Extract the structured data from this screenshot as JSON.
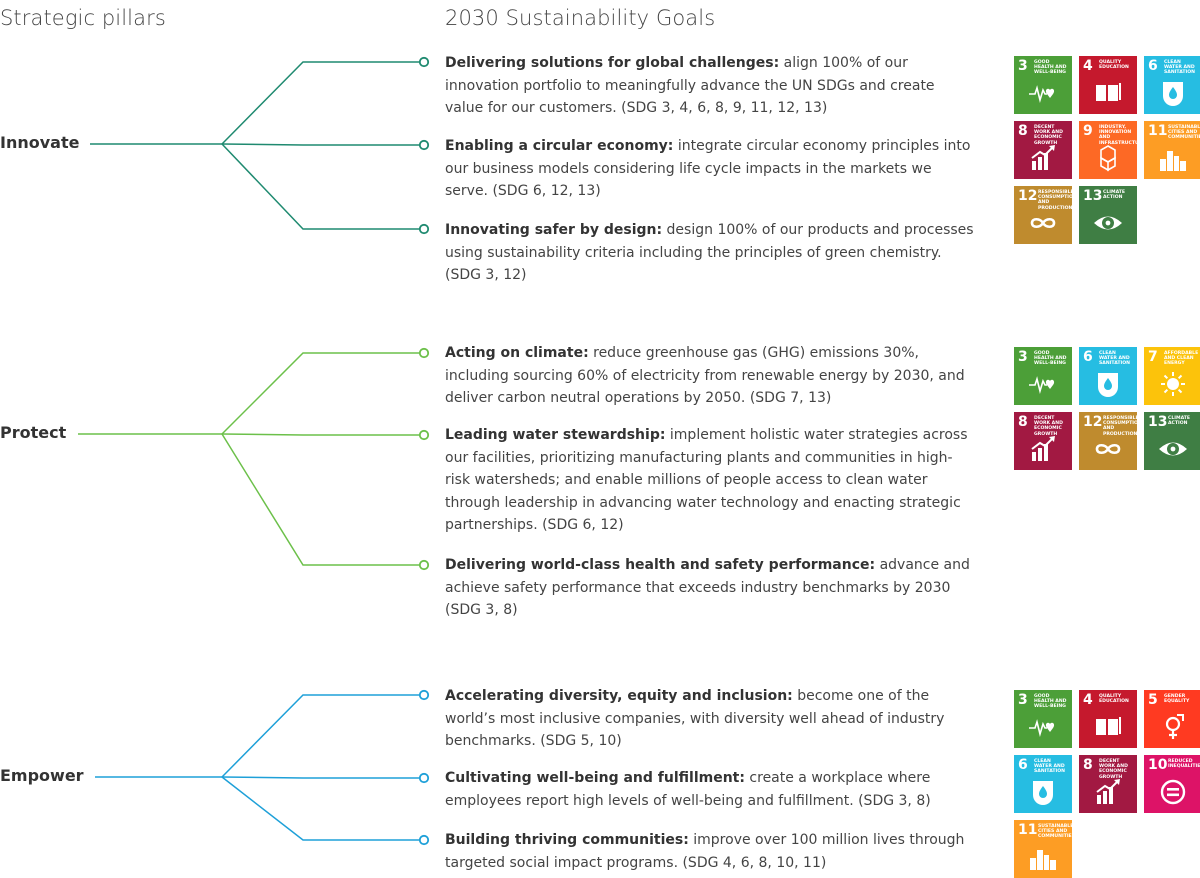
{
  "headers": {
    "left": "Strategic pillars",
    "right": "2030 Sustainability Goals"
  },
  "colors": {
    "innovate": "#1f8a70",
    "protect": "#6cc04a",
    "empower": "#1ea0d8"
  },
  "sdg_colors": {
    "3": "#4c9f38",
    "4": "#c5192d",
    "5": "#ff3a21",
    "6": "#26bde2",
    "7": "#fcc30b",
    "8": "#a21942",
    "9": "#fd6925",
    "10": "#dd1367",
    "11": "#fd9d24",
    "12": "#bf8b2e",
    "13": "#3f7e44"
  },
  "sdg_labels": {
    "3": "GOOD HEALTH AND WELL-BEING",
    "4": "QUALITY EDUCATION",
    "5": "GENDER EQUALITY",
    "6": "CLEAN WATER AND SANITATION",
    "7": "AFFORDABLE AND CLEAN ENERGY",
    "8": "DECENT WORK AND ECONOMIC GROWTH",
    "9": "INDUSTRY, INNOVATION AND INFRASTRUCTURE",
    "10": "REDUCED INEQUALITIES",
    "11": "SUSTAINABLE CITIES AND COMMUNITIES",
    "12": "RESPONSIBLE CONSUMPTION AND PRODUCTION",
    "13": "CLIMATE ACTION"
  },
  "sdg_icons": {
    "3": "heartbeat-icon",
    "4": "book-icon",
    "5": "gender-icon",
    "6": "water-drop-icon",
    "7": "sun-icon",
    "8": "growth-chart-icon",
    "9": "cubes-icon",
    "10": "equals-icon",
    "11": "city-icon",
    "12": "infinity-icon",
    "13": "eye-globe-icon"
  },
  "pillars": [
    {
      "name": "Innovate",
      "color_key": "innovate",
      "goals": [
        {
          "title": "Delivering solutions for global challenges:",
          "text": " align 100% of our innovation portfolio to meaningfully advance the UN SDGs and create value for our customers. (SDG 3, 4, 6, 8, 9, 11, 12, 13)"
        },
        {
          "title": "Enabling a circular economy:",
          "text": " integrate circular economy principles into our business models considering life cycle impacts in the markets we serve. (SDG 6, 12, 13)"
        },
        {
          "title": "Innovating safer by design:",
          "text": " design 100% of our products and processes using sustainability criteria including the principles of green chemistry. (SDG 3, 12)"
        }
      ],
      "sdgs": [
        "3",
        "4",
        "6",
        "8",
        "9",
        "11",
        "12",
        "13"
      ]
    },
    {
      "name": "Protect",
      "color_key": "protect",
      "goals": [
        {
          "title": "Acting on climate:",
          "text": " reduce greenhouse gas (GHG) emissions 30%, including sourcing 60% of electricity from renewable energy by 2030, and deliver carbon neutral operations by 2050. (SDG 7, 13)"
        },
        {
          "title": "Leading water stewardship:",
          "text": " implement holistic water strategies across our facilities, prioritizing manufacturing plants and communities in high-risk watersheds; and enable millions of people access to clean water through leadership in advancing water technology and enacting strategic partnerships. (SDG 6, 12)"
        },
        {
          "title": "Delivering world-class health and safety performance:",
          "text": " advance and achieve safety performance that exceeds industry benchmarks by 2030 (SDG 3, 8)"
        }
      ],
      "sdgs": [
        "3",
        "6",
        "7",
        "8",
        "12",
        "13"
      ]
    },
    {
      "name": "Empower",
      "color_key": "empower",
      "goals": [
        {
          "title": "Accelerating diversity, equity and inclusion:",
          "text": " become one of the world’s most inclusive companies, with diversity well ahead of industry benchmarks. (SDG 5, 10)"
        },
        {
          "title": "Cultivating well-being and fulfillment:",
          "text": " create a workplace where employees report high levels of well-being and fulfillment. (SDG 3, 8)"
        },
        {
          "title": "Building thriving communities:",
          "text": " improve over 100 million lives through targeted social impact programs. (SDG 4, 6, 8, 10, 11)"
        }
      ],
      "sdgs": [
        "3",
        "4",
        "5",
        "6",
        "8",
        "10",
        "11"
      ]
    }
  ]
}
